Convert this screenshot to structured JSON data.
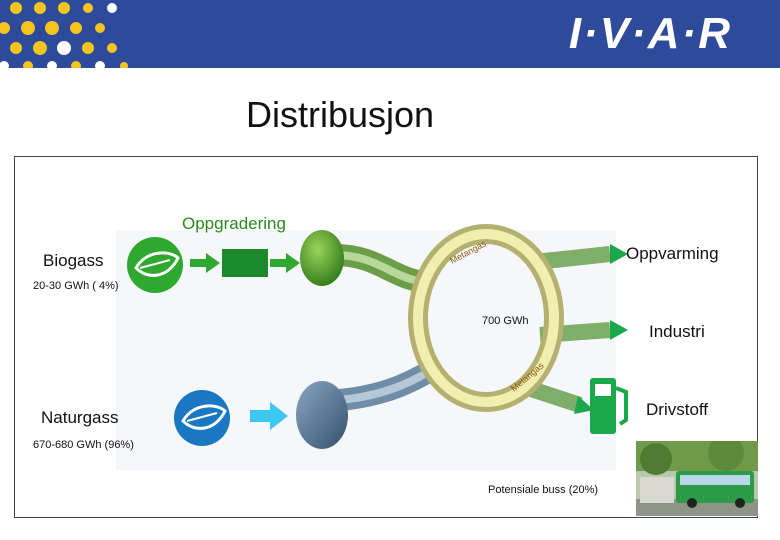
{
  "header": {
    "logo_text": "I·V·A·R",
    "brand_color": "#2e4a9a",
    "dot_color": "#f4c521"
  },
  "slide": {
    "title": "Distribusjon"
  },
  "diagram": {
    "upgrade_label": "Oppgradering",
    "biogas_label": "Biogass",
    "biogas_amount": "20-30 GWh ( 4%)",
    "natural_gas_label": "Naturgass",
    "natural_gas_amount": "670-680 GWh (96%)",
    "ring_amount": "700 GWh",
    "ring_text_top": "Metangas",
    "ring_text_bottom": "Metangas",
    "heating_label": "Oppvarming",
    "industry_label": "Industri",
    "fuel_label": "Drivstoff",
    "bus_caption": "Potensiale buss (20%)",
    "icons": [
      "leaf-icon",
      "leaf-icon",
      "fuel-pump-icon",
      "bus-photo"
    ]
  }
}
